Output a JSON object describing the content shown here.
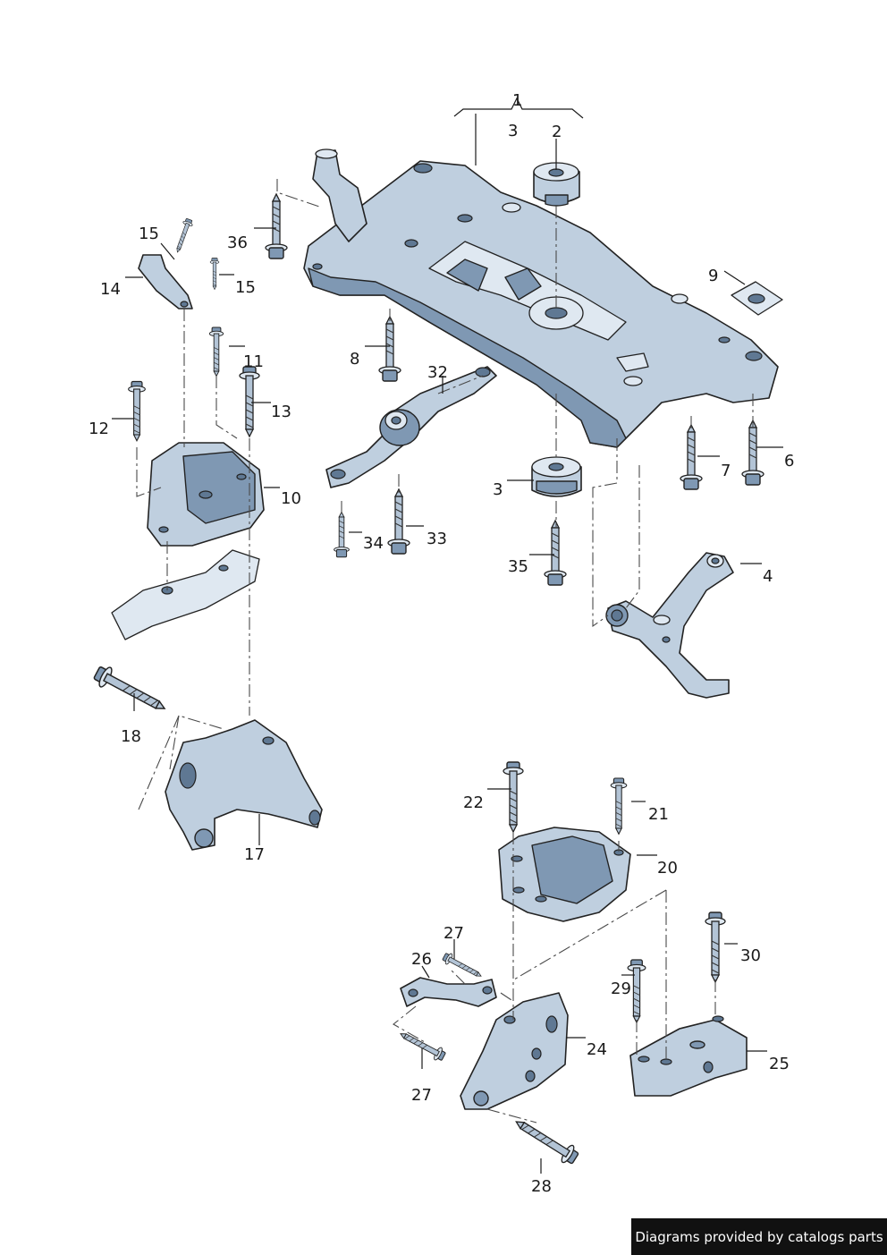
{
  "credit": "Diagrams provided by catalogs parts",
  "callouts": {
    "c1": "1",
    "c2": "2",
    "c3a": "3",
    "c3b": "3",
    "c4": "4",
    "c6": "6",
    "c7": "7",
    "c8": "8",
    "c9": "9",
    "c10": "10",
    "c11": "11",
    "c12": "12",
    "c13": "13",
    "c14": "14",
    "c15a": "15",
    "c15b": "15",
    "c17": "17",
    "c18": "18",
    "c20": "20",
    "c21": "21",
    "c22": "22",
    "c24": "24",
    "c25": "25",
    "c26": "26",
    "c27a": "27",
    "c27b": "27",
    "c28": "28",
    "c29": "29",
    "c30": "30",
    "c32": "32",
    "c33": "33",
    "c34": "34",
    "c35": "35",
    "c36": "36"
  },
  "colors": {
    "part_fill": "#bfcfdf",
    "part_shadow": "#7f98b3",
    "outline": "#222222",
    "credit_bg": "#111111"
  }
}
